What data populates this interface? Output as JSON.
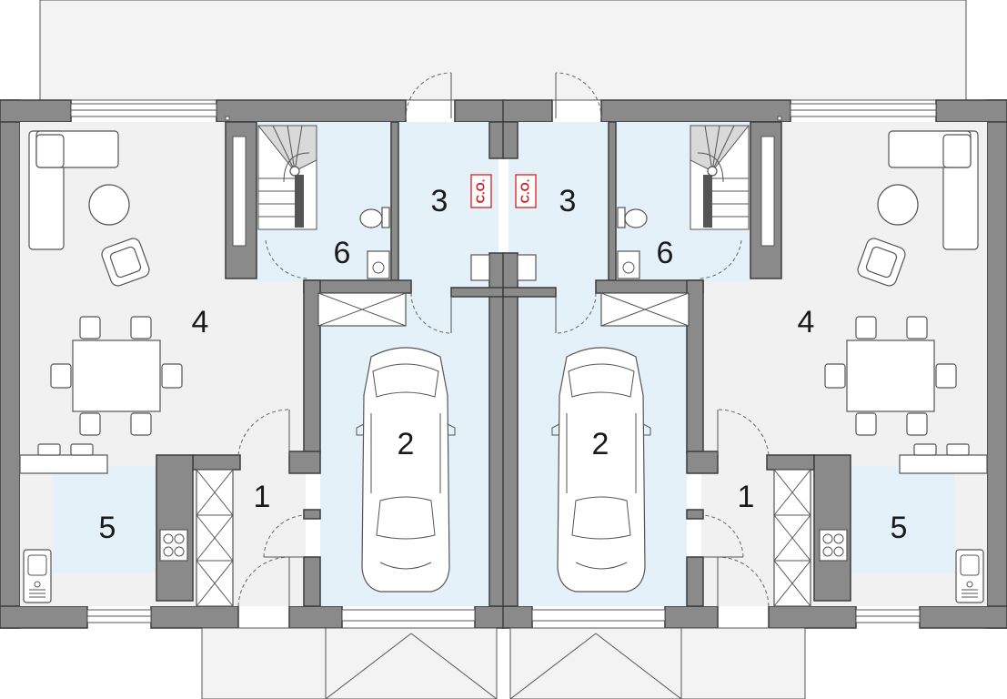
{
  "rooms": {
    "left_entrance": "1",
    "left_garage": "2",
    "left_utility": "3",
    "left_living": "4",
    "left_kitchen": "5",
    "left_wc": "6",
    "right_entrance": "1",
    "right_garage": "2",
    "right_utility": "3",
    "right_living": "4",
    "right_kitchen": "5",
    "right_wc": "6"
  },
  "labels": {
    "boiler_left": "C.O.",
    "boiler_right": "C.O."
  },
  "colors": {
    "wall": "#8a8a8a",
    "floor": "#f1f1f1",
    "wet_floor": "#e4f1f8",
    "boiler_label": "#d81e1e"
  }
}
